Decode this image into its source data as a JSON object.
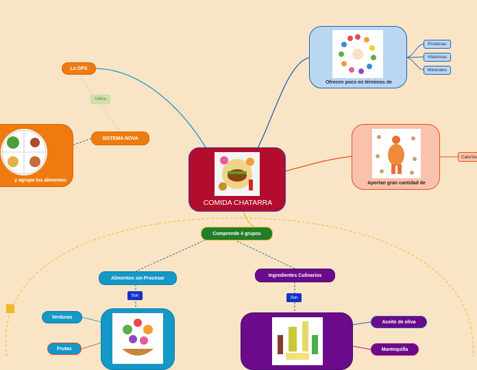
{
  "central": {
    "title": "COMIDA CHATARRA"
  },
  "ops": {
    "label": "La OPS"
  },
  "utiliza": {
    "label": "Utiliza"
  },
  "sistema_nova": {
    "label": "SISTEMA NOVA"
  },
  "clasifica": {
    "label": "y agrupa los alimentos"
  },
  "ofrecen": {
    "label": "Ofrecen poco en términos de"
  },
  "nutrients": [
    "Proteinas",
    "Vitaminas",
    "Minerales"
  ],
  "aportan": {
    "label": "Aportan gran cantidad de"
  },
  "calorias": {
    "label": "Calorías"
  },
  "comprende": {
    "label": "Comprende 4 grupos"
  },
  "sin_procesar": {
    "label": "Alimentos sin Procesar",
    "son": "Son"
  },
  "culinarios": {
    "label": "Ingredientes Culinarios",
    "son": "Son"
  },
  "sin_procesar_items": [
    "Verduras",
    "Frutas"
  ],
  "culinarios_items": [
    "Aceite de oliva",
    "Mantequilla"
  ],
  "colors": {
    "background": "#f9e5c5",
    "central": "#b30c2c",
    "orange": "#ef7b10",
    "blue": "#1597c8",
    "purple": "#6b0a8a",
    "green": "#237d28"
  },
  "icons": [
    "junk-food-image",
    "vitamins-image",
    "woman-with-food-image",
    "plate-image",
    "fruits-vegetables-image",
    "oils-image",
    "note-icon"
  ]
}
